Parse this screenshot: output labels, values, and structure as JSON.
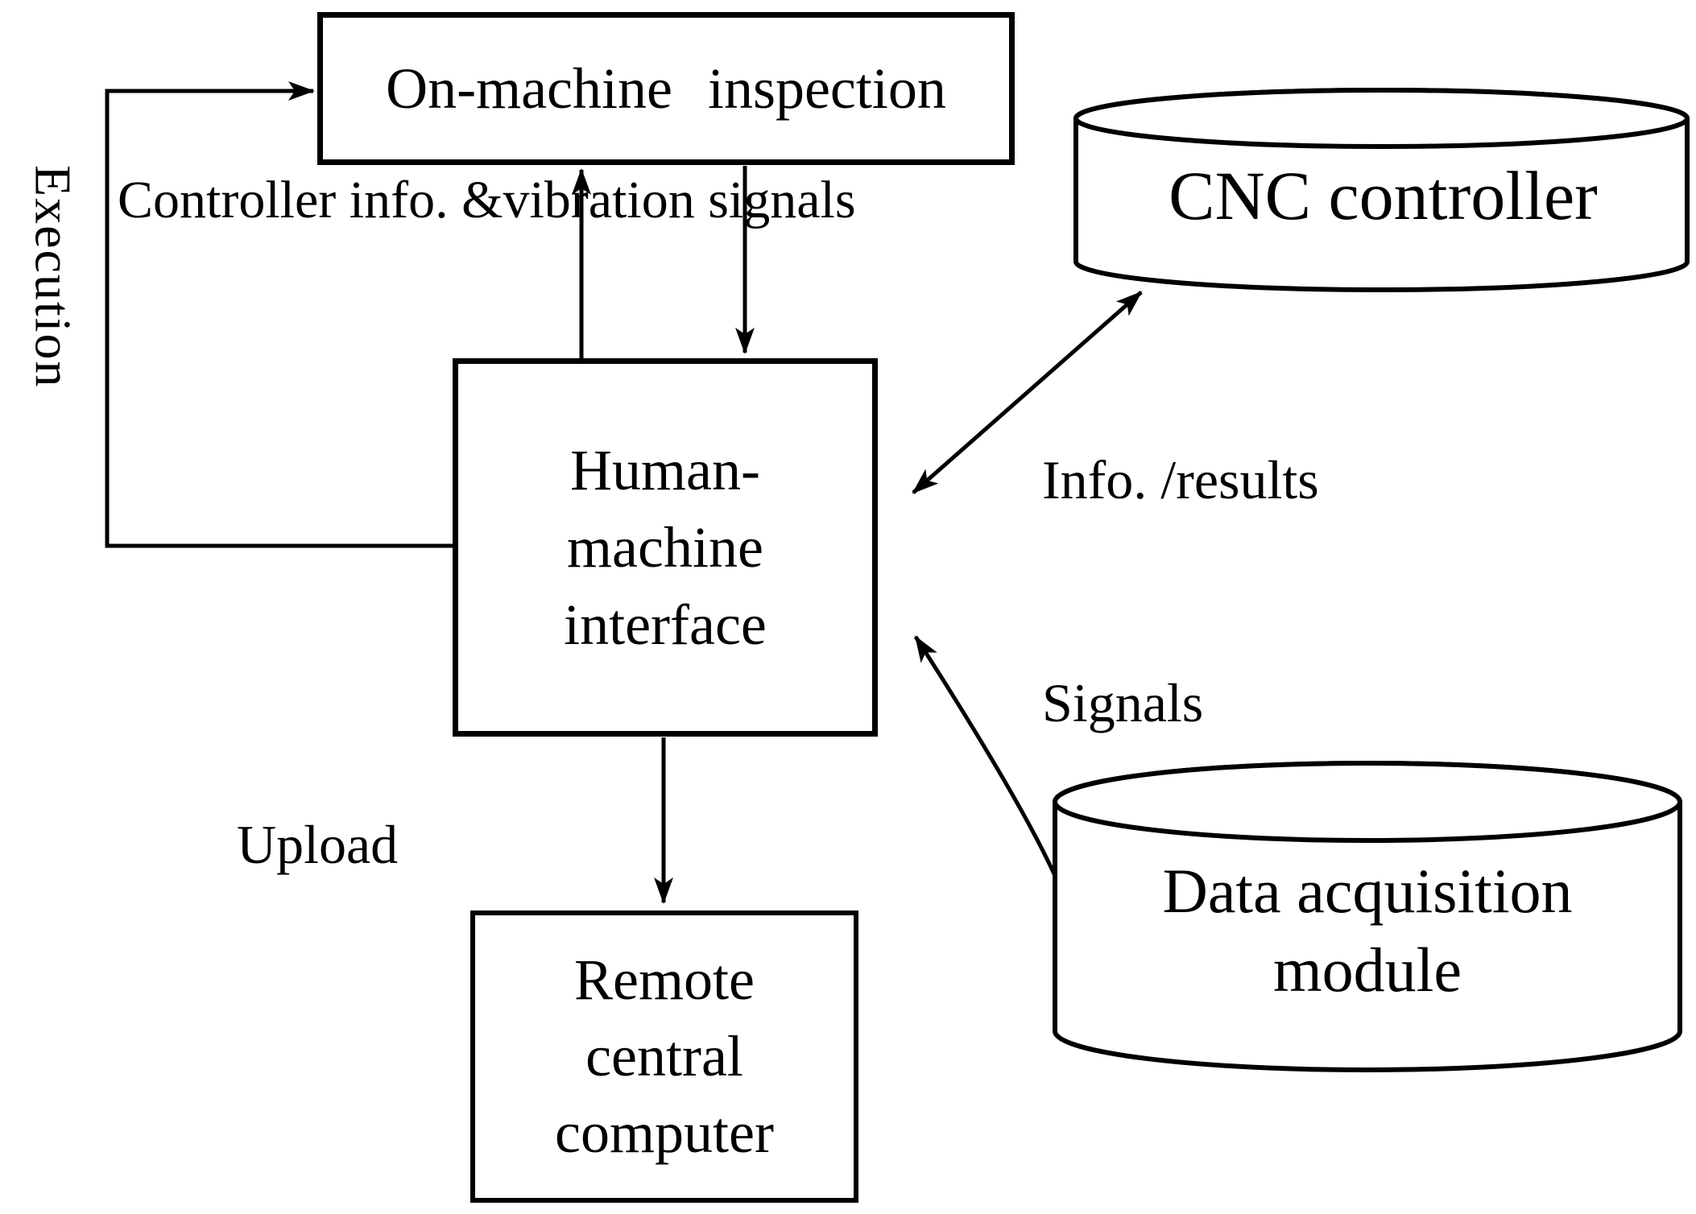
{
  "diagram": {
    "title": "On-machine inspection system architecture",
    "colors": {
      "line": "#000000",
      "background": "#ffffff",
      "text": "#000000"
    },
    "nodes": {
      "on_machine_inspection": {
        "label": "On-machine inspection",
        "shape": "rectangle"
      },
      "hmi": {
        "lines": [
          "Human-",
          "machine",
          "interface"
        ],
        "shape": "rectangle"
      },
      "remote_central_computer": {
        "lines": [
          "Remote",
          "central",
          "computer"
        ],
        "shape": "rectangle"
      },
      "cnc_controller": {
        "label": "CNC controller",
        "shape": "cylinder"
      },
      "data_acquisition_module": {
        "lines": [
          "Data acquisition",
          "module"
        ],
        "shape": "cylinder"
      }
    },
    "edge_labels": {
      "execution": "Execution",
      "controller_info": {
        "lines": [
          "Controller info.",
          "&vibration",
          "signals"
        ]
      },
      "info_results": {
        "lines": [
          "Info.",
          "/results"
        ]
      },
      "signals": "Signals",
      "upload": "Upload"
    }
  }
}
